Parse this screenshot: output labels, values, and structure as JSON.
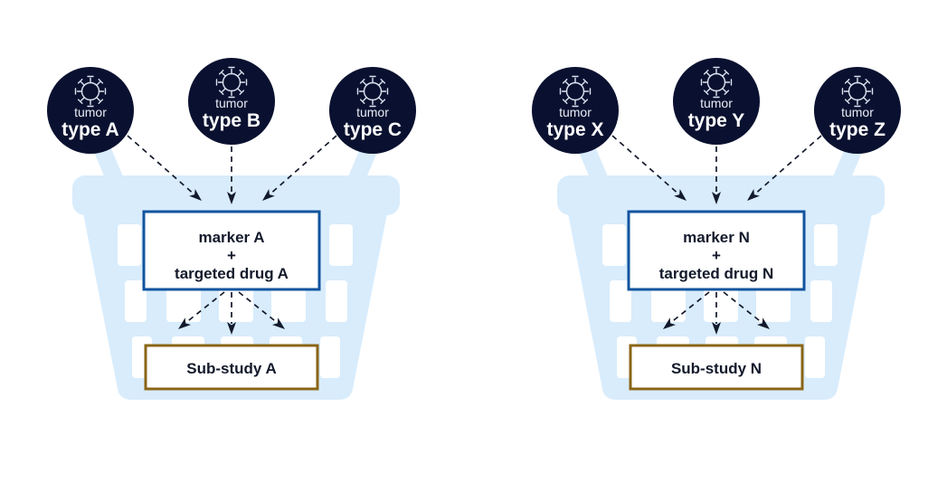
{
  "page": {
    "title": "Basket trial design diagram",
    "background": "#ffffff"
  },
  "colors": {
    "node_navy": "#0a1130",
    "basket_blue": "#d8ecfc",
    "marker_border_blue": "#11549e",
    "substudy_border_brown": "#8a6516",
    "arrow_dark": "#131a2b",
    "text_white": "#ffffff",
    "text_dark": "#131a2b"
  },
  "baskets": [
    {
      "id": "basket-a",
      "name": "basket-left",
      "tumors": [
        {
          "caption": "tumor",
          "label": "type A",
          "icon": "virus-icon"
        },
        {
          "caption": "tumor",
          "label": "type B",
          "icon": "virus-icon"
        },
        {
          "caption": "tumor",
          "label": "type C",
          "icon": "virus-icon"
        }
      ],
      "marker_box": {
        "line1": "marker A",
        "line2": "+",
        "line3": "targeted drug A"
      },
      "substudy_box": {
        "label": "Sub-study A"
      }
    },
    {
      "id": "basket-n",
      "name": "basket-right",
      "tumors": [
        {
          "caption": "tumor",
          "label": "type X",
          "icon": "virus-icon"
        },
        {
          "caption": "tumor",
          "label": "type Y",
          "icon": "virus-icon"
        },
        {
          "caption": "tumor",
          "label": "type Z",
          "icon": "virus-icon"
        }
      ],
      "marker_box": {
        "line1": "marker N",
        "line2": "+",
        "line3": "targeted drug N"
      },
      "substudy_box": {
        "label": "Sub-study N"
      }
    }
  ]
}
